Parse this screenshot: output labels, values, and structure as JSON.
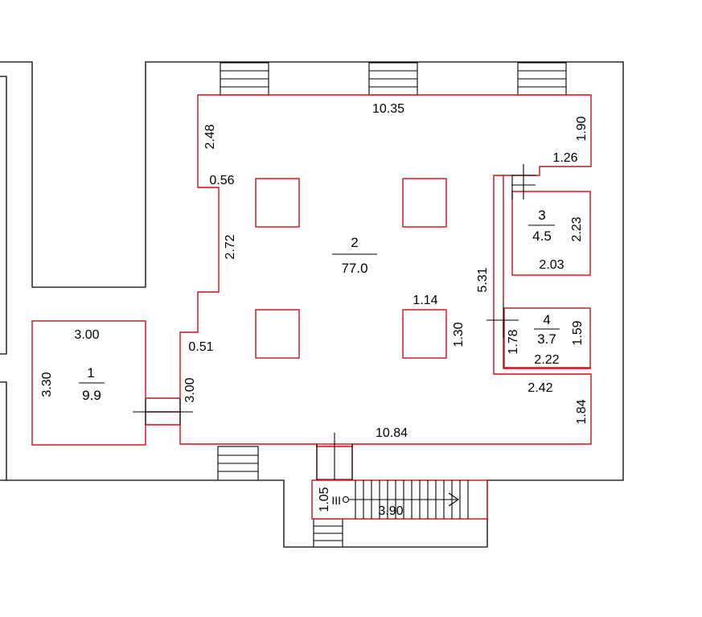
{
  "rooms": [
    {
      "number": "1",
      "area": "9.9"
    },
    {
      "number": "2",
      "area": "77.0"
    },
    {
      "number": "3",
      "area": "4.5"
    },
    {
      "number": "4",
      "area": "3.7"
    }
  ],
  "dimensions": {
    "room2_top": "10.35",
    "room2_right_top": "1.90",
    "room2_notch": "1.26",
    "room2_left_top": "2.48",
    "room2_step1": "0.56",
    "room2_left_mid": "2.72",
    "room2_step2": "0.51",
    "room2_left_low": "3.00",
    "room2_bottom": "10.84",
    "room2_right_low": "1.84",
    "partition_width": "2.42",
    "partition_height": "5.31",
    "column_width": "1.14",
    "column_height": "1.30",
    "room1_width": "3.00",
    "room1_height": "3.30",
    "room3_height": "2.23",
    "room3_width": "2.03",
    "room4_left": "1.78",
    "room4_right": "1.59",
    "room4_width": "2.22",
    "stair_height": "1.05",
    "stair_length": "3.90"
  },
  "stair_mark": "III"
}
